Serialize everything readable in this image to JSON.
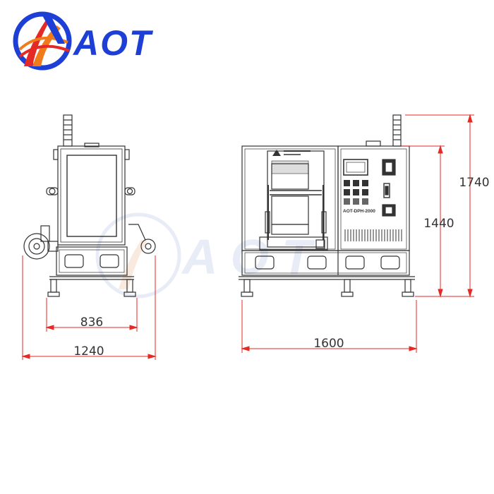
{
  "brand": {
    "name": "AOT",
    "colors": {
      "blue": "#1e3fd6",
      "orange": "#f07b1a",
      "red": "#e52a25"
    }
  },
  "watermark": {
    "text": "AOT",
    "color": "#d5def0"
  },
  "drawing": {
    "line_color": "#333333",
    "dimension_color": "#e52a25",
    "side_view": {
      "base_width_label": "836",
      "overall_width_label": "1240"
    },
    "front_view": {
      "model_label": "AOT-DPH-2000",
      "overall_width_label": "1600",
      "body_height_label": "1440",
      "overall_height_label": "1740"
    }
  }
}
